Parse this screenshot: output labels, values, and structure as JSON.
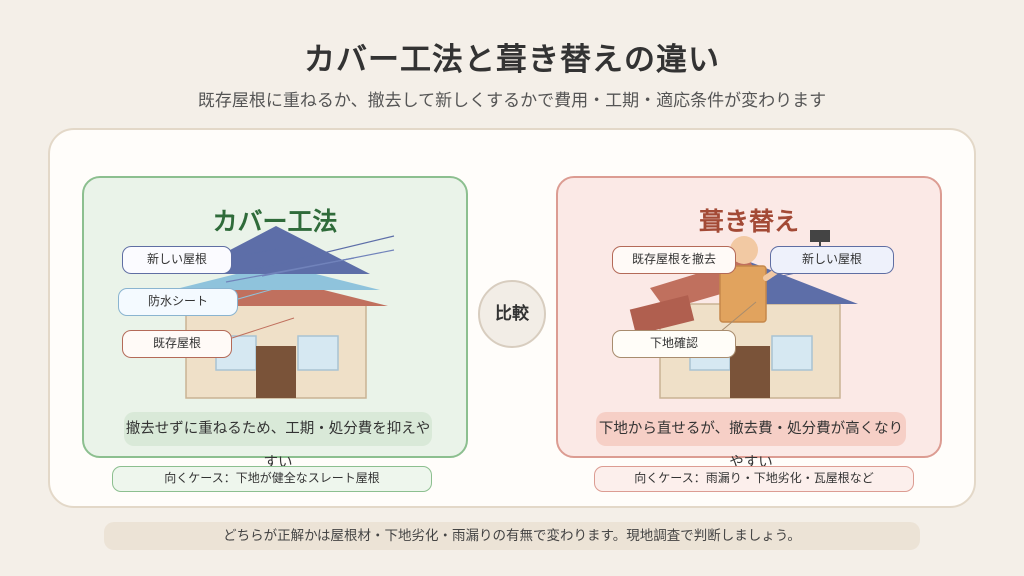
{
  "header": {
    "title": "カバー工法と葺き替えの違い",
    "subtitle": "既存屋根に重ねるか、撤去して新しくするかで費用・工期・適応条件が変わります"
  },
  "left_panel": {
    "title": "カバー工法",
    "labels": {
      "new_roof": "新しい屋根",
      "waterproof_sheet": "防水シート",
      "existing_roof": "既存屋根"
    },
    "summary": "撤去せずに重ねるため、工期・処分費を抑えやすい",
    "case": "向くケース：下地が健全なスレート屋根"
  },
  "compare_label": "比較",
  "right_panel": {
    "title": "葺き替え",
    "labels": {
      "remove_existing": "既存屋根を撤去",
      "new_roof": "新しい屋根",
      "base_check": "下地確認"
    },
    "summary": "下地から直せるが、撤去費・処分費が高くなりやすい",
    "case": "向くケース：雨漏り・下地劣化・瓦屋根など"
  },
  "footer_note": "どちらが正解かは屋根材・下地劣化・雨漏りの有無で変わります。現地調査で判断しましょう。",
  "colors": {
    "left_accent": "#2f6b3a",
    "right_accent": "#a34a36",
    "new_roof": "#5d6ea8",
    "waterproof": "#8fc3dc",
    "existing_roof": "#c0705e",
    "wall": "#efe0c8",
    "door": "#7a5339"
  }
}
